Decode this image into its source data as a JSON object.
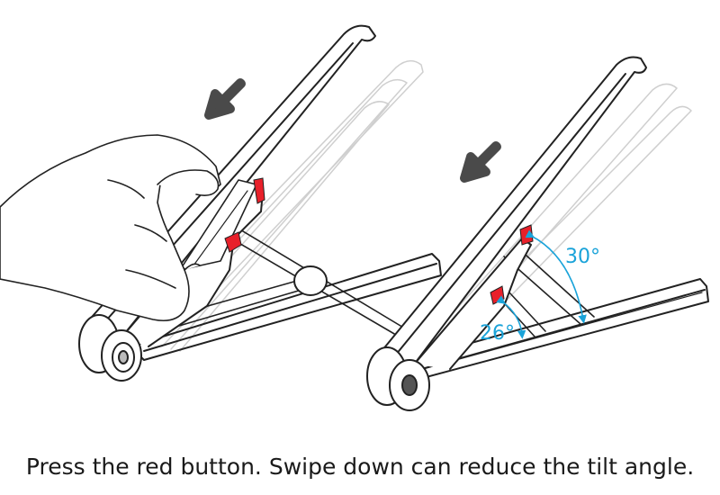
{
  "caption": "Press the red button. Swipe down can reduce the tilt angle.",
  "angles": {
    "upper": "30°",
    "lower": "26°"
  },
  "colors": {
    "line": "#222222",
    "ghost": "#c8c8c8",
    "button": "#e8202a",
    "angle": "#1aa3d9",
    "arrow": "#4a4a4a"
  },
  "icons": {
    "push_arrow": "arrow-down-left-icon",
    "release_button": "red-button-icon"
  }
}
